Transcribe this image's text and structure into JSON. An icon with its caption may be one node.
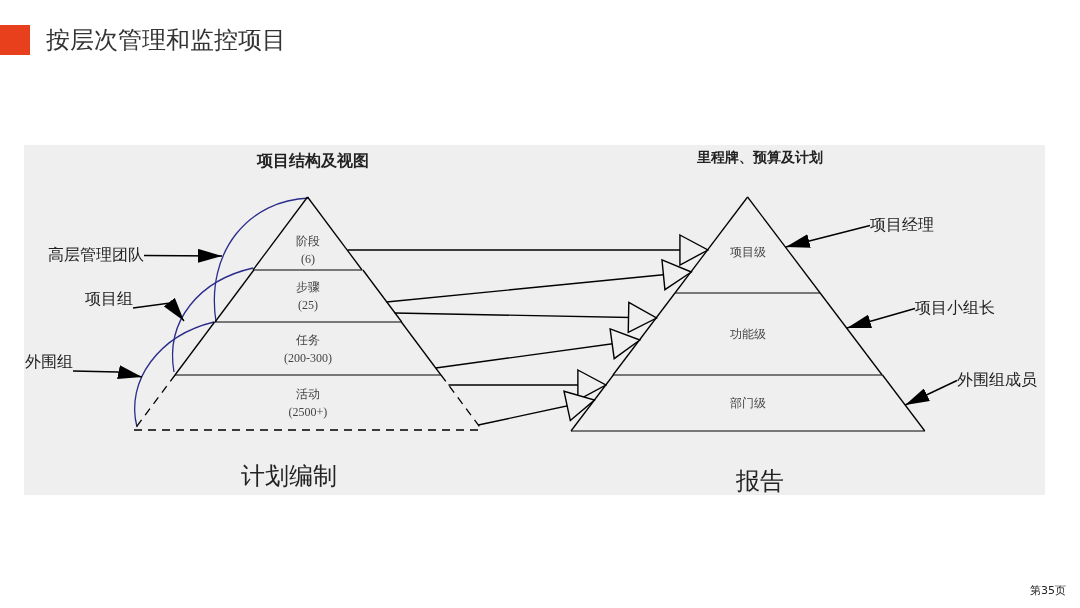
{
  "diagram": {
    "title": "按层次管理和监控项目",
    "nodes": [
      {
        "text": [
          "阶段",
          "(6)"
        ]
      },
      {
        "text": [
          "步骤",
          "(25)"
        ]
      },
      {
        "text": [
          "任务",
          "(200-300)"
        ]
      },
      {
        "text": [
          "活动",
          "(2500+)"
        ]
      },
      {
        "text": [
          "项目级"
        ]
      },
      {
        "text": [
          "功能级"
        ]
      },
      {
        "text": [
          "部门级"
        ]
      },
      {
        "text": [
          "高层管理团队"
        ]
      },
      {
        "text": [
          "项目组"
        ]
      },
      {
        "text": [
          "外围组"
        ]
      },
      {
        "text": [
          "项目经理"
        ]
      },
      {
        "text": [
          "项目小组长"
        ]
      },
      {
        "text": [
          "外围组成员"
        ]
      },
      {
        "text": [],
        "shape": "arc"
      },
      {
        "text": [],
        "shape": "arc"
      },
      {
        "text": [],
        "shape": "arc"
      }
    ],
    "edges": [
      {
        "from": 0,
        "to": 4,
        "arrow": "to"
      },
      {
        "from": 1,
        "to": 4,
        "arrow": "to"
      },
      {
        "from": 1,
        "to": 5,
        "arrow": "to"
      },
      {
        "from": 2,
        "to": 5,
        "arrow": "to"
      },
      {
        "from": 3,
        "to": 6,
        "arrow": "to"
      },
      {
        "from": 3,
        "to": 6,
        "arrow": "to"
      },
      {
        "from": 7,
        "to": 13,
        "arrow": "to"
      },
      {
        "from": 8,
        "to": 14,
        "arrow": "to"
      },
      {
        "from": 9,
        "to": 15,
        "arrow": "to"
      },
      {
        "from": 10,
        "to": 4,
        "arrow": "to"
      },
      {
        "from": 11,
        "to": 5,
        "arrow": "to"
      },
      {
        "from": 12,
        "to": 6,
        "arrow": "to"
      }
    ],
    "labels": [
      "项目结构及视图",
      "里程牌、预算及计划",
      "计划编制",
      "报告",
      "第35页"
    ]
  }
}
